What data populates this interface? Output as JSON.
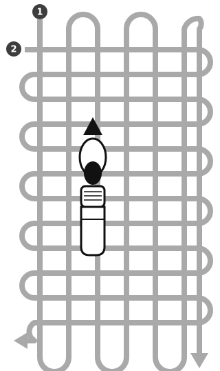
{
  "diagram": {
    "colors": {
      "path": "#a9a9a9",
      "badge": "#3d3d3d",
      "badge_text": "#ffffff",
      "vehicle_outline": "#111111",
      "vehicle_fill": "#ffffff",
      "rider": "#111111",
      "arrow": "#111111",
      "background": "#ffffff"
    },
    "steps": [
      {
        "number": "1",
        "pattern": "vertical-serpentine",
        "exit_arrow": "down"
      },
      {
        "number": "2",
        "pattern": "horizontal-serpentine",
        "exit_arrow": "left"
      }
    ],
    "vehicle": {
      "type": "motorcycle",
      "heading": "up"
    }
  }
}
